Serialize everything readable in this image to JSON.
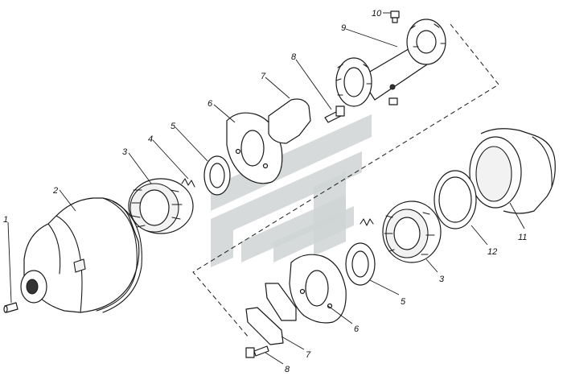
{
  "colors": {
    "line": "#1a1a1a",
    "watermark": "#cfd3d5",
    "background": "#ffffff"
  },
  "watermark": {
    "icon": "stylized-logo-watermark"
  },
  "callouts": [
    {
      "id": "c1",
      "text": "1"
    },
    {
      "id": "c2",
      "text": "2"
    },
    {
      "id": "c3a",
      "text": "3"
    },
    {
      "id": "c4",
      "text": "4"
    },
    {
      "id": "c5a",
      "text": "5"
    },
    {
      "id": "c6a",
      "text": "6"
    },
    {
      "id": "c7a",
      "text": "7"
    },
    {
      "id": "c8a",
      "text": "8"
    },
    {
      "id": "c9",
      "text": "9"
    },
    {
      "id": "c10",
      "text": "10"
    },
    {
      "id": "c11",
      "text": "11"
    },
    {
      "id": "c12",
      "text": "12"
    },
    {
      "id": "c3b",
      "text": "3"
    },
    {
      "id": "c5b",
      "text": "5"
    },
    {
      "id": "c6b",
      "text": "6"
    },
    {
      "id": "c7b",
      "text": "7"
    },
    {
      "id": "c8b",
      "text": "8"
    }
  ]
}
